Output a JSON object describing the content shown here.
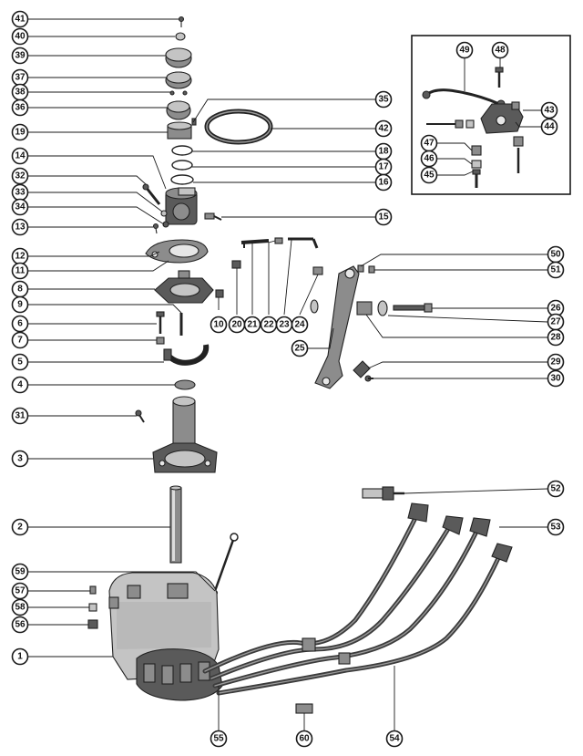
{
  "callouts": {
    "c41": "41",
    "c40": "40",
    "c39": "39",
    "c37": "37",
    "c38": "38",
    "c36": "36",
    "c19": "19",
    "c14": "14",
    "c32": "32",
    "c33": "33",
    "c34": "34",
    "c13": "13",
    "c12": "12",
    "c11": "11",
    "c8": "8",
    "c9": "9",
    "c6": "6",
    "c7": "7",
    "c5": "5",
    "c4": "4",
    "c31": "31",
    "c3": "3",
    "c2": "2",
    "c59": "59",
    "c57": "57",
    "c58": "58",
    "c56": "56",
    "c1": "1",
    "c35": "35",
    "c42": "42",
    "c18": "18",
    "c17": "17",
    "c16": "16",
    "c15": "15",
    "c10": "10",
    "c20": "20",
    "c21": "21",
    "c22": "22",
    "c23": "23",
    "c24": "24",
    "c25": "25",
    "c49": "49",
    "c48": "48",
    "c43": "43",
    "c44": "44",
    "c47": "47",
    "c46": "46",
    "c45": "45",
    "c50": "50",
    "c51": "51",
    "c26": "26",
    "c27": "27",
    "c28": "28",
    "c29": "29",
    "c30": "30",
    "c52": "52",
    "c53": "53",
    "c55": "55",
    "c60": "60",
    "c54": "54"
  }
}
